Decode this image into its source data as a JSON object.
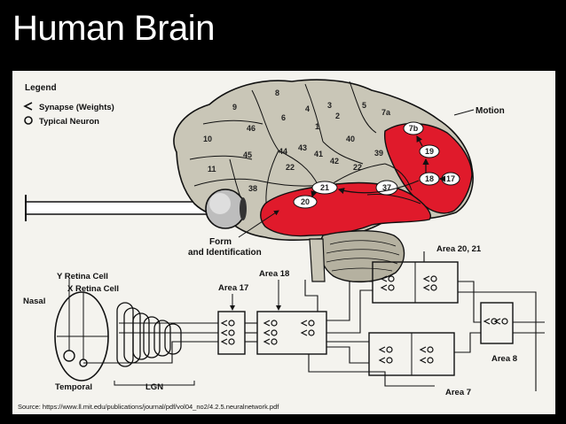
{
  "slide": {
    "title": "Human Brain",
    "source": "Source: https://www.ll.mit.edu/publications/journal/pdf/vol04_no2/4.2.5.neuralnetwork.pdf"
  },
  "legend": {
    "title": "Legend",
    "items": [
      {
        "symbol": "triangle",
        "label": "Synapse (Weights)"
      },
      {
        "symbol": "circle",
        "label": "Typical Neuron"
      }
    ]
  },
  "brain": {
    "regions_gray": [
      "8",
      "9",
      "6",
      "4",
      "3",
      "5",
      "2",
      "1",
      "7a",
      "46",
      "10",
      "45",
      "44",
      "43",
      "41",
      "42",
      "40",
      "39",
      "11",
      "22",
      "22",
      "38"
    ],
    "regions_red": [
      "7b",
      "19",
      "18",
      "17",
      "21",
      "20"
    ],
    "region_white": "37",
    "motion_label": "Motion",
    "form_label": "Form\nand Identification"
  },
  "circuit": {
    "y_cell": "Y Retina Cell",
    "x_cell": "X Retina Cell",
    "nasal": "Nasal",
    "temporal": "Temporal",
    "lgn": "LGN",
    "area17": "Area 17",
    "area18": "Area 18",
    "area2021": "Area 20, 21",
    "area8": "Area 8",
    "area7": "Area 7"
  },
  "colors": {
    "red": "#e01a2b",
    "gray": "#c9c6b7",
    "background": "#000000",
    "panel": "#f4f3ee"
  }
}
